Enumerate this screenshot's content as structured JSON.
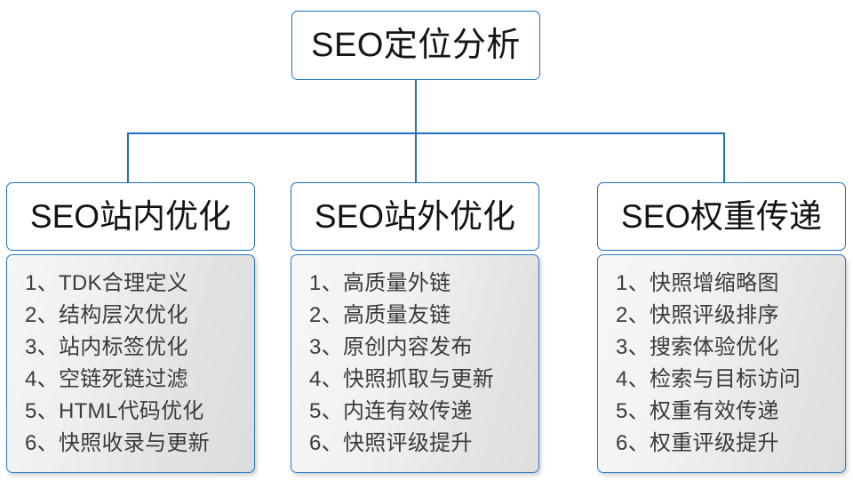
{
  "diagram": {
    "type": "org-chart",
    "root": {
      "label": "SEO定位分析"
    },
    "branches": [
      {
        "header": "SEO站内优化",
        "items": [
          "1、TDK合理定义",
          "2、结构层次优化",
          "3、站内标签优化",
          "4、空链死链过滤",
          "5、HTML代码优化",
          "6、快照收录与更新"
        ]
      },
      {
        "header": "SEO站外优化",
        "items": [
          "1、高质量外链",
          "2、高质量友链",
          "3、原创内容发布",
          "4、快照抓取与更新",
          "5、内连有效传递",
          "6、快照评级提升"
        ]
      },
      {
        "header": "SEO权重传递",
        "items": [
          "1、快照增缩略图",
          "2、快照评级排序",
          "3、搜索体验优化",
          "4、检索与目标访问",
          "5、权重有效传递",
          "6、权重评级提升"
        ]
      }
    ],
    "colors": {
      "border_blue": "#1f6fc0",
      "connector_blue": "#1f6fc0",
      "header_text": "#141414",
      "item_text": "#3b3b3b",
      "box_fill": "#ffffff",
      "panel_fill_light": "#f6f6f6",
      "panel_fill_dark": "#dcdcdc"
    }
  }
}
